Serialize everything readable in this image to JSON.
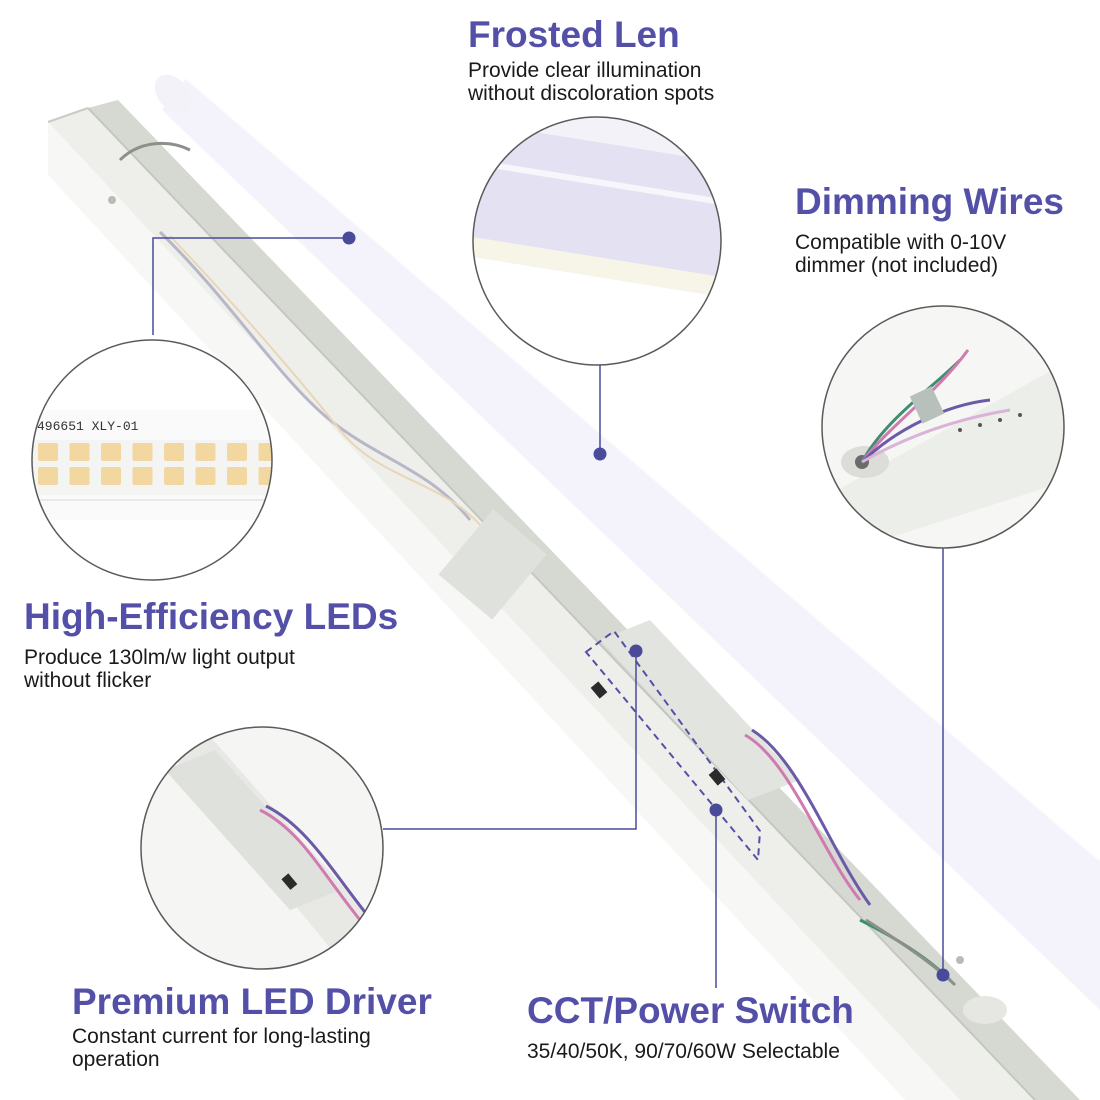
{
  "colors": {
    "accent": "#5450a8",
    "callout_line": "#4a4a9a",
    "led_chip": "#f2d8a0",
    "wire_pink": "#d07ab0",
    "wire_green": "#3f8f6f",
    "wire_purple": "#6a5aa8"
  },
  "features": {
    "frosted_lens": {
      "title": "Frosted Len",
      "desc_lines": [
        "Provide clear illumination",
        "without discoloration spots"
      ]
    },
    "dimming_wires": {
      "title": "Dimming Wires",
      "desc_lines": [
        "Compatible with 0-10V",
        "dimmer (not included)"
      ]
    },
    "high_efficiency_leds": {
      "title": "High-Efficiency LEDs",
      "desc_lines": [
        "Produce 130lm/w light output",
        "without flicker"
      ]
    },
    "premium_led_driver": {
      "title": "Premium LED Driver",
      "desc_lines": [
        "Constant current for long-lasting",
        "operation"
      ]
    },
    "cct_power_switch": {
      "title": "CCT/Power Switch",
      "desc_lines": [
        "35/40/50K, 90/70/60W Selectable"
      ]
    }
  },
  "led_strip": {
    "label": "496651  XLY-01"
  },
  "icons": [
    "lens-diffuser-icon",
    "fixture-housing-icon",
    "led-chip-icon",
    "wire-bundle-icon",
    "driver-box-icon",
    "selector-switch-icon"
  ]
}
